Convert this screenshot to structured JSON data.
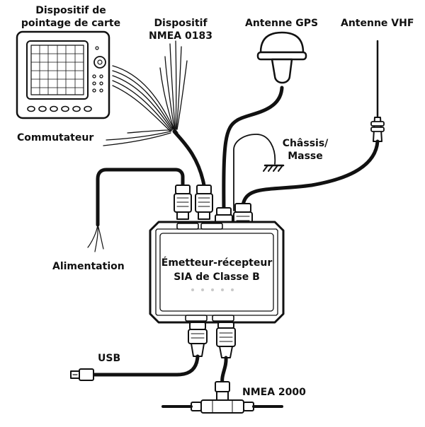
{
  "labels": {
    "chartplotter": [
      "Dispositif de",
      "pointage de carte"
    ],
    "nmea0183": [
      "Dispositif",
      "NMEA 0183"
    ],
    "gps": "Antenne GPS",
    "vhf": "Antenne VHF",
    "switch": "Commutateur",
    "ground": [
      "Châssis/",
      "Masse"
    ],
    "power": "Alimentation",
    "usb": "USB",
    "nmea2000": "NMEA 2000",
    "device": [
      "Émetteur-récepteur",
      "SIA de Classe B"
    ]
  },
  "colors": {
    "ink": "#111111",
    "fill": "#ffffff",
    "led": "#c8c8c8"
  }
}
